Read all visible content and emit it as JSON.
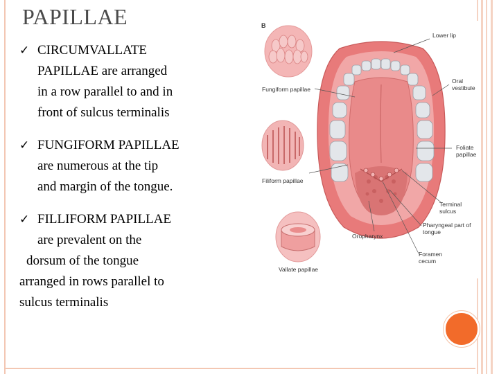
{
  "slide": {
    "title": "PAPILLAE",
    "bullets": [
      {
        "lines": [
          "CIRCUMVALLATE",
          "PAPILLAE are arranged",
          "in a row parallel to and in",
          "front of sulcus terminalis"
        ]
      },
      {
        "lines": [
          "FUNGIFORM PAPILLAE",
          "are numerous at the tip",
          "and margin of the tongue."
        ]
      },
      {
        "lines": [
          "FILLIFORM PAPILLAE",
          "are prevalent on the",
          "dorsum of the tongue",
          "arranged in rows parallel to",
          "sulcus terminalis"
        ]
      }
    ],
    "check_mark": "✓"
  },
  "figure": {
    "panel_letter": "B",
    "labels": {
      "lower_lip": "Lower lip",
      "oral_vestibule": "Oral vestibule",
      "fungiform": "Fungiform papillae",
      "foliate": "Foliate papillae",
      "filiform": "Filiform papillae",
      "terminal_sulcus": "Terminal sulcus",
      "pharyngeal_part": "Pharyngeal part of tongue",
      "oropharynx": "Oropharynx",
      "foramen_cecum": "Foramen cecum",
      "vallate": "Vallate papillae"
    }
  },
  "colors": {
    "accent": "#f26b2a",
    "frame": "#f3c7b3",
    "tongue": "#e98a8a",
    "gum": "#e26f6f",
    "teeth": "#dfe2e6",
    "title": "#4a4a4a"
  }
}
